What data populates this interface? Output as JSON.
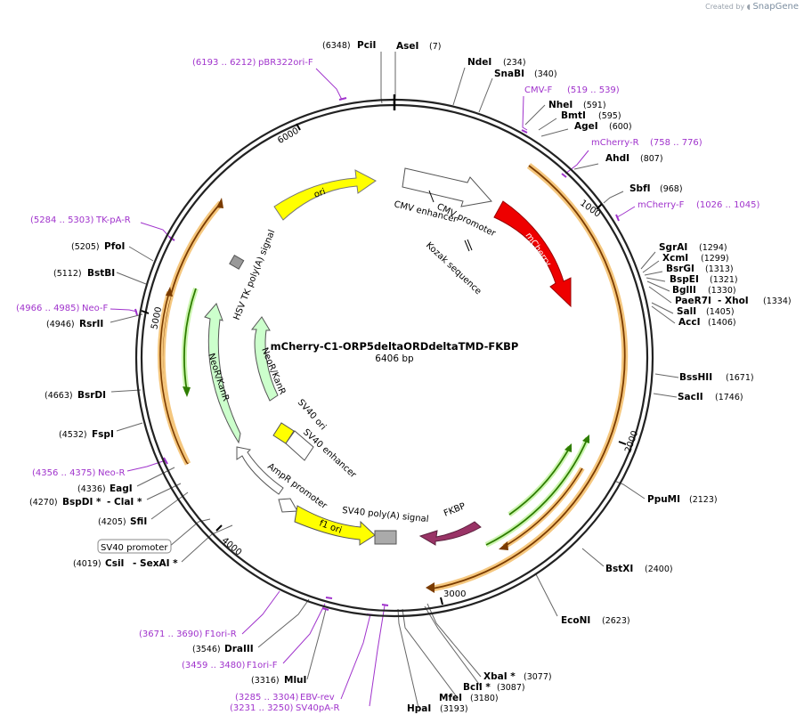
{
  "app": {
    "credit_prefix": "Created by",
    "credit_brand": "SnapGene"
  },
  "map": {
    "title": "mCherry-C1-ORP5deltaORDdeltaTMD-FKBP",
    "length_label": "6406 bp",
    "ticks": [
      "1000",
      "2000",
      "3000",
      "4000",
      "5000",
      "6000"
    ]
  },
  "features": {
    "mcherry": "mCherry",
    "cmv_promoter": "CMV promoter",
    "cmv_enhancer": "CMV enhancer",
    "kozak": "Kozak sequence",
    "ori": "ori",
    "hsv_tk": "HSV TK poly(A) signal",
    "neor_outer": "NeoR/KanR",
    "neor_inner": "NeoR/KanR",
    "sv40_ori": "SV40 ori",
    "sv40_enhancer": "SV40 enhancer",
    "ampr_promoter": "AmpR promoter",
    "f1_ori": "f1 ori",
    "sv40_polya": "SV40 poly(A) signal",
    "fkbp": "FKBP",
    "sv40_promoter": "SV40 promoter"
  },
  "enzymes": [
    {
      "name": "PciI",
      "pos": "(6348)"
    },
    {
      "name": "AseI",
      "pos": "(7)"
    },
    {
      "name": "NdeI",
      "pos": "(234)"
    },
    {
      "name": "SnaBI",
      "pos": "(340)"
    },
    {
      "name": "NheI",
      "pos": "(591)"
    },
    {
      "name": "BmtI",
      "pos": "(595)"
    },
    {
      "name": "AgeI",
      "pos": "(600)"
    },
    {
      "name": "AhdI",
      "pos": "(807)"
    },
    {
      "name": "SbfI",
      "pos": "(968)"
    },
    {
      "name": "SgrAI",
      "pos": "(1294)"
    },
    {
      "name": "XcmI",
      "pos": "(1299)"
    },
    {
      "name": "BsrGI",
      "pos": "(1313)"
    },
    {
      "name": "BspEI",
      "pos": "(1321)"
    },
    {
      "name": "BglII",
      "pos": "(1330)"
    },
    {
      "name": "PaeR7I",
      "pos": ""
    },
    {
      "name": "- XhoI",
      "pos": "(1334)"
    },
    {
      "name": "SalI",
      "pos": "(1405)"
    },
    {
      "name": "AccI",
      "pos": "(1406)"
    },
    {
      "name": "BssHII",
      "pos": "(1671)"
    },
    {
      "name": "SacII",
      "pos": "(1746)"
    },
    {
      "name": "PpuMI",
      "pos": "(2123)"
    },
    {
      "name": "BstXI",
      "pos": "(2400)"
    },
    {
      "name": "EcoNI",
      "pos": "(2623)"
    },
    {
      "name": "XbaI *",
      "pos": "(3077)"
    },
    {
      "name": "BclI *",
      "pos": "(3087)"
    },
    {
      "name": "MfeI",
      "pos": "(3180)"
    },
    {
      "name": "HpaI",
      "pos": "(3193)"
    },
    {
      "name": "MluI",
      "pos": "(3316)"
    },
    {
      "name": "DraIII",
      "pos": "(3546)"
    },
    {
      "name": "CsiI",
      "pos": "(4019)"
    },
    {
      "name": "- SexAI *",
      "pos": ""
    },
    {
      "name": "SfiI",
      "pos": "(4205)"
    },
    {
      "name": "BspDI *",
      "pos": "(4270)"
    },
    {
      "name": "- ClaI *",
      "pos": ""
    },
    {
      "name": "EagI",
      "pos": "(4336)"
    },
    {
      "name": "FspI",
      "pos": "(4532)"
    },
    {
      "name": "BsrDI",
      "pos": "(4663)"
    },
    {
      "name": "RsrII",
      "pos": "(4946)"
    },
    {
      "name": "BstBI",
      "pos": "(5112)"
    },
    {
      "name": "PfoI",
      "pos": "(5205)"
    }
  ],
  "primers": [
    {
      "name": "pBR322ori-F",
      "range": "(6193 .. 6212)"
    },
    {
      "name": "CMV-F",
      "range": "(519 .. 539)"
    },
    {
      "name": "mCherry-R",
      "range": "(758 .. 776)"
    },
    {
      "name": "mCherry-F",
      "range": "(1026 .. 1045)"
    },
    {
      "name": "TK-pA-R",
      "range": "(5284 .. 5303)"
    },
    {
      "name": "Neo-F",
      "range": "(4966 .. 4985)"
    },
    {
      "name": "Neo-R",
      "range": "(4356 .. 4375)"
    },
    {
      "name": "F1ori-R",
      "range": "(3671 .. 3690)"
    },
    {
      "name": "F1ori-F",
      "range": "(3459 .. 3480)"
    },
    {
      "name": "EBV-rev",
      "range": "(3285 .. 3304)"
    },
    {
      "name": "SV40pA-R",
      "range": "(3231 .. 3250)"
    }
  ],
  "colors": {
    "ring": "#222222",
    "primer": "#a033cc",
    "mcherry": "#ee0000",
    "ori": "#ffff00",
    "neor": "#ccffcc",
    "fkbp": "#993366",
    "orf_green": "#2e7d00",
    "orf_brown": "#7a3b00",
    "orf_halo": "#f5c77e"
  }
}
